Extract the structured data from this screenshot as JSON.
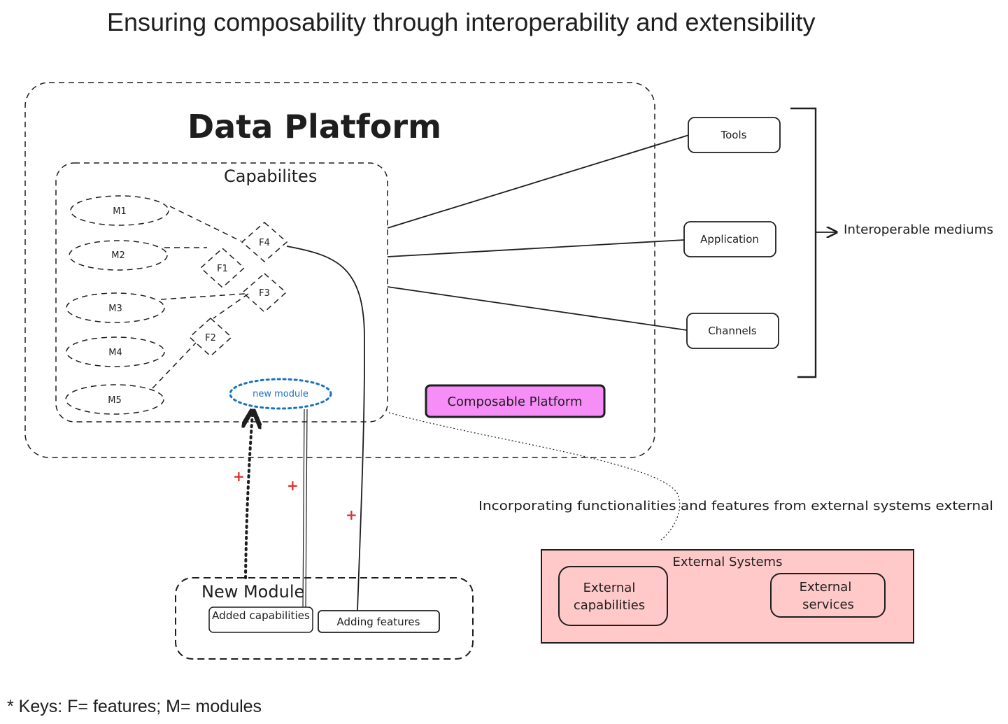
{
  "title": "Ensuring composability through interoperability and extensibility",
  "footer_note": "* Keys: F= features; M= modules",
  "platform": {
    "title": "Data Platform",
    "capabilities_title": "Capabilites",
    "modules": [
      "M1",
      "M2",
      "M3",
      "M4",
      "M5"
    ],
    "features": [
      "F1",
      "F2",
      "F3",
      "F4"
    ],
    "new_module_ellipse": "new module",
    "composable_label": "Composable Platform"
  },
  "mediums": {
    "items": [
      "Tools",
      "Application",
      "Channels"
    ],
    "bracket_label": "Interoperable mediums"
  },
  "new_module": {
    "title": "New Module",
    "added_capabilities": "Added capabilities",
    "adding_features": "Adding features",
    "plus_signs": [
      "+",
      "+",
      "+"
    ]
  },
  "external": {
    "annotation": "Incorporating functionalities and features from external systems external",
    "title": "External Systems",
    "capabilities_lines": [
      "External",
      "capabilities"
    ],
    "services_lines": [
      "External",
      "services"
    ]
  },
  "colors": {
    "composable_fill": "#f78df6",
    "external_fill": "#ffc9c9",
    "new_module_stroke": "#1971c2",
    "plus_color": "#e03131"
  }
}
